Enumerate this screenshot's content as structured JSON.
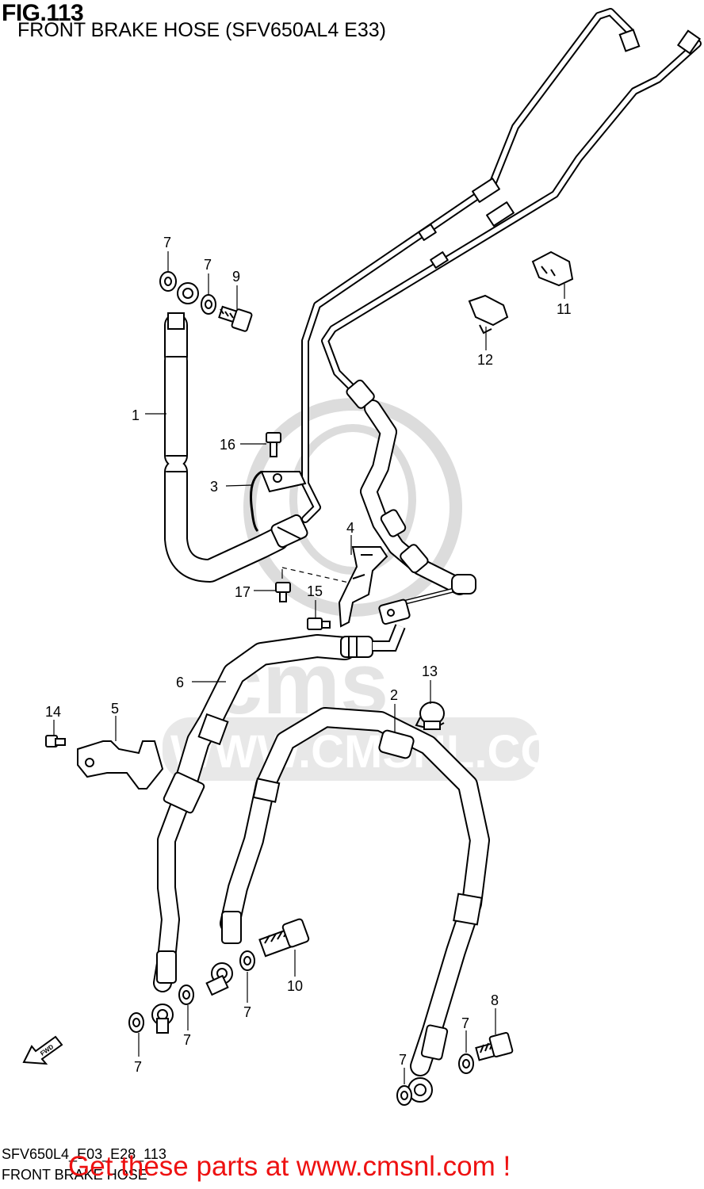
{
  "header": {
    "fig_number": "FIG.113",
    "subtitle": "FRONT BRAKE HOSE (SFV650AL4 E33)"
  },
  "watermark": {
    "text": "WWW.CMSNL.COM",
    "color": "#e4e4e4"
  },
  "callouts": [
    {
      "id": "c1",
      "label": "1"
    },
    {
      "id": "c2",
      "label": "2"
    },
    {
      "id": "c3",
      "label": "3"
    },
    {
      "id": "c4",
      "label": "4"
    },
    {
      "id": "c5",
      "label": "5"
    },
    {
      "id": "c6",
      "label": "6"
    },
    {
      "id": "c7a",
      "label": "7"
    },
    {
      "id": "c7b",
      "label": "7"
    },
    {
      "id": "c7c",
      "label": "7"
    },
    {
      "id": "c7d",
      "label": "7"
    },
    {
      "id": "c7e",
      "label": "7"
    },
    {
      "id": "c7f",
      "label": "7"
    },
    {
      "id": "c7g",
      "label": "7"
    },
    {
      "id": "c8",
      "label": "8"
    },
    {
      "id": "c9",
      "label": "9"
    },
    {
      "id": "c10",
      "label": "10"
    },
    {
      "id": "c11",
      "label": "11"
    },
    {
      "id": "c12",
      "label": "12"
    },
    {
      "id": "c13",
      "label": "13"
    },
    {
      "id": "c14",
      "label": "14"
    },
    {
      "id": "c15",
      "label": "15"
    },
    {
      "id": "c16",
      "label": "16"
    },
    {
      "id": "c17",
      "label": "17"
    }
  ],
  "fwd_icon": {
    "label": "FWD"
  },
  "footer": {
    "diagram_code": "SFV650L4_E03_E28_113",
    "diagram_name": "FRONT BRAKE HOSE",
    "cta": "Get these parts at www.cmsnl.com !",
    "cta_color": "#ee1111"
  }
}
